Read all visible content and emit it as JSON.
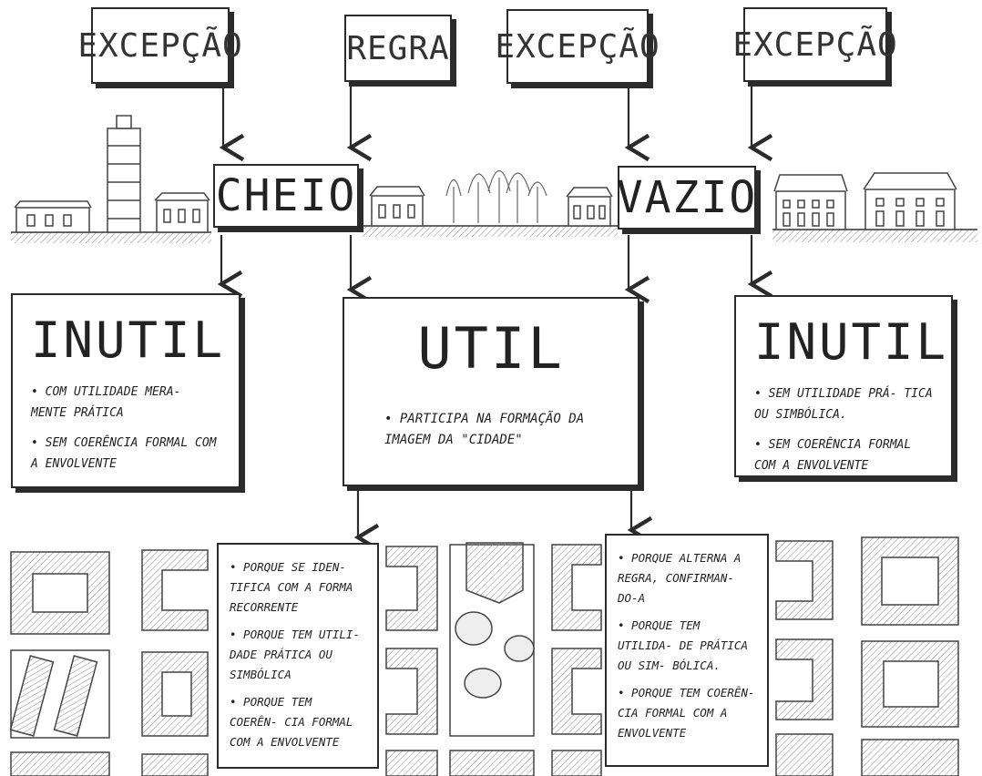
{
  "top_labels": [
    "EXCEPÇÃO",
    "REGRA",
    "EXCEPÇÃO",
    "EXCEPÇÃO"
  ],
  "middle_labels": {
    "cheio": "CHEIO",
    "vazio": "VAZIO"
  },
  "panels": [
    {
      "title": "INUTIL",
      "bullets": [
        "• com utilidade mera- mente prática",
        "• sem coerência formal com a envolvente"
      ]
    },
    {
      "title": "UTIL",
      "bullets": [
        "• participa na formação da imagem da \"cidade\""
      ]
    },
    {
      "title": "INUTIL",
      "bullets": [
        "• sem utilidade prá- tica ou simbólica.",
        "• sem coerência formal com a envolvente"
      ]
    }
  ],
  "notes": [
    {
      "items": [
        "• porque se iden- tifica com a forma recorrente",
        "• porque tem utili- dade prática ou simbólica",
        "• porque tem coerên- cia formal com a envolvente"
      ]
    },
    {
      "items": [
        "• porque alterna a regra, confirman- do-a",
        "• porque tem utilida- de prática ou sim- bólica.",
        "• porque tem coerên- cia formal com a envolvente"
      ]
    }
  ]
}
